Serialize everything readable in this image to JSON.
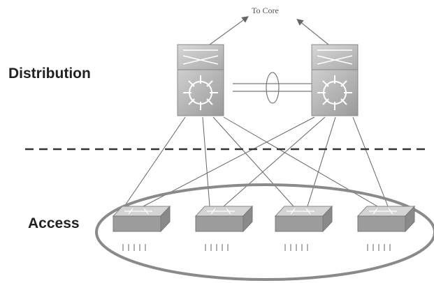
{
  "labels": {
    "distribution": "Distribution",
    "access": "Access",
    "to_core": "To Core"
  },
  "colors": {
    "device_light": "#bdbdbd",
    "device_dark": "#8a8a8a",
    "line": "#666666"
  }
}
